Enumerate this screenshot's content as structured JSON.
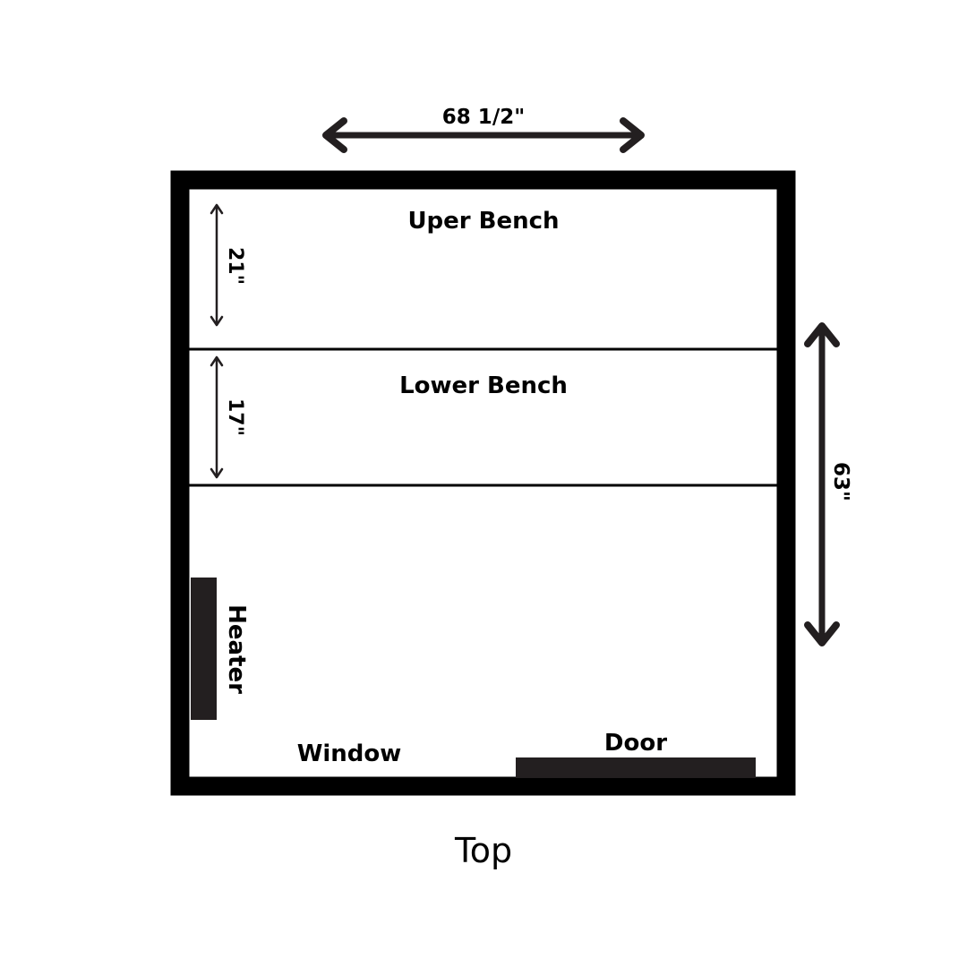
{
  "diagram": {
    "width_dimension": "68 1/2\"",
    "depth_dimension": "63\"",
    "upper_bench": {
      "label": "Uper Bench",
      "dimension": "21\""
    },
    "lower_bench": {
      "label": "Lower Bench",
      "dimension": "17\""
    },
    "heater_label": "Heater",
    "window_label": "Window",
    "door_label": "Door",
    "view_caption": "Top"
  },
  "colors": {
    "wall": "#000000",
    "fixture": "#231f20",
    "arrow": "#231f20",
    "background": "#ffffff"
  }
}
